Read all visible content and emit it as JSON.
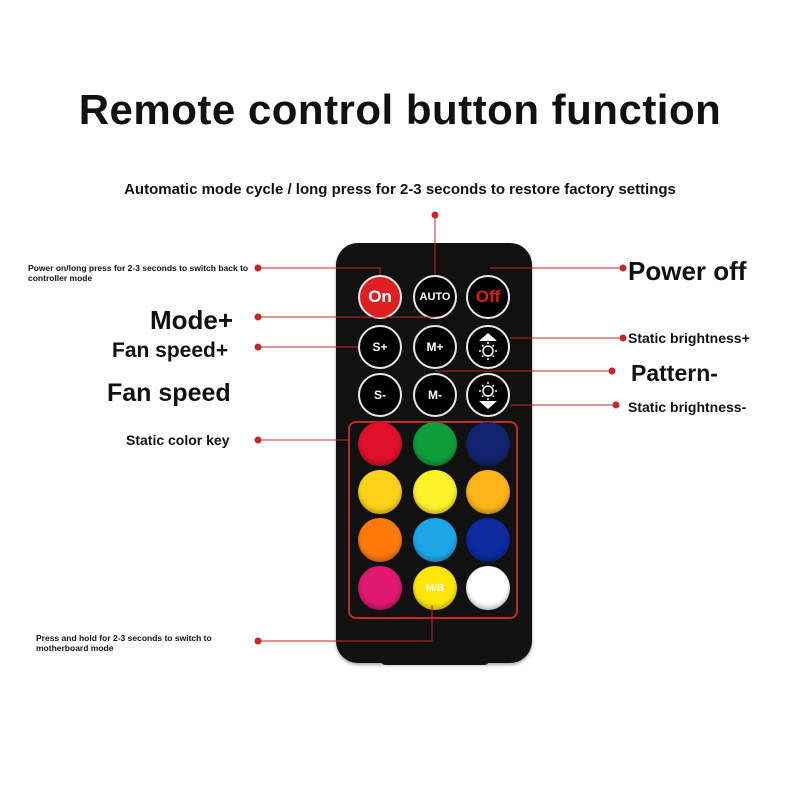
{
  "title": "Remote control button function",
  "labels": {
    "auto_mode": "Automatic mode cycle / long press for 2-3 seconds to restore factory settings",
    "power_on": "Power on/long press for 2-3 seconds to switch back to controller mode",
    "power_off": "Power off",
    "mode_plus": "Mode+",
    "fan_speed_plus": "Fan speed+",
    "fan_speed_minus": "Fan speed",
    "static_brightness_plus": "Static brightness+",
    "pattern_minus": "Pattern-",
    "static_brightness_minus": "Static brightness-",
    "static_color_key": "Static color key",
    "motherboard_mode": "Press and hold for 2-3 seconds to switch to motherboard mode"
  },
  "remote": {
    "buttons": {
      "on": "On",
      "auto": "AUTO",
      "off": "Off",
      "s_plus": "S+",
      "m_plus": "M+",
      "s_minus": "S-",
      "m_minus": "M-",
      "mb": "M/B"
    },
    "brightness_up_icon": "sun-up-icon",
    "brightness_down_icon": "sun-down-icon",
    "color_buttons": [
      "#e0102a",
      "#0f9d3a",
      "#12246e",
      "#ffd21a",
      "#fff12a",
      "#ffb41a",
      "#ff7a0a",
      "#1ea7e8",
      "#0d2a9e",
      "#e01870",
      "#ffe60a",
      "#ffffff"
    ]
  },
  "colors": {
    "leader_line": "#c62828",
    "on_button": "#e02020",
    "off_text": "#e02020",
    "remote_body": "#111111"
  }
}
